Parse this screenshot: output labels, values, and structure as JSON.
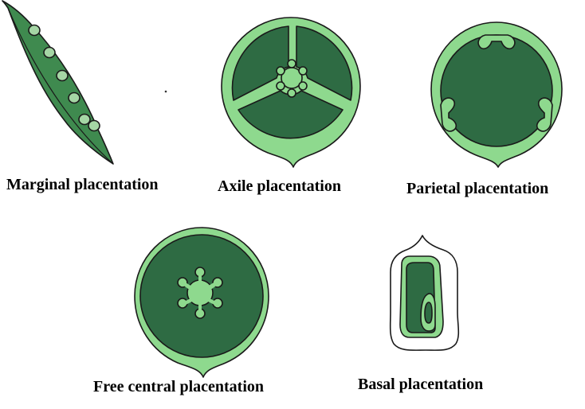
{
  "colors": {
    "light_green": "#8ed98e",
    "dark_green": "#2e6b43",
    "outline": "#1a1a1a",
    "background": "#ffffff"
  },
  "labels": {
    "marginal": "Marginal placentation",
    "axile": "Axile placentation",
    "parietal": "Parietal placentation",
    "free_central": "Free central placentation",
    "basal": "Basal placentation"
  }
}
